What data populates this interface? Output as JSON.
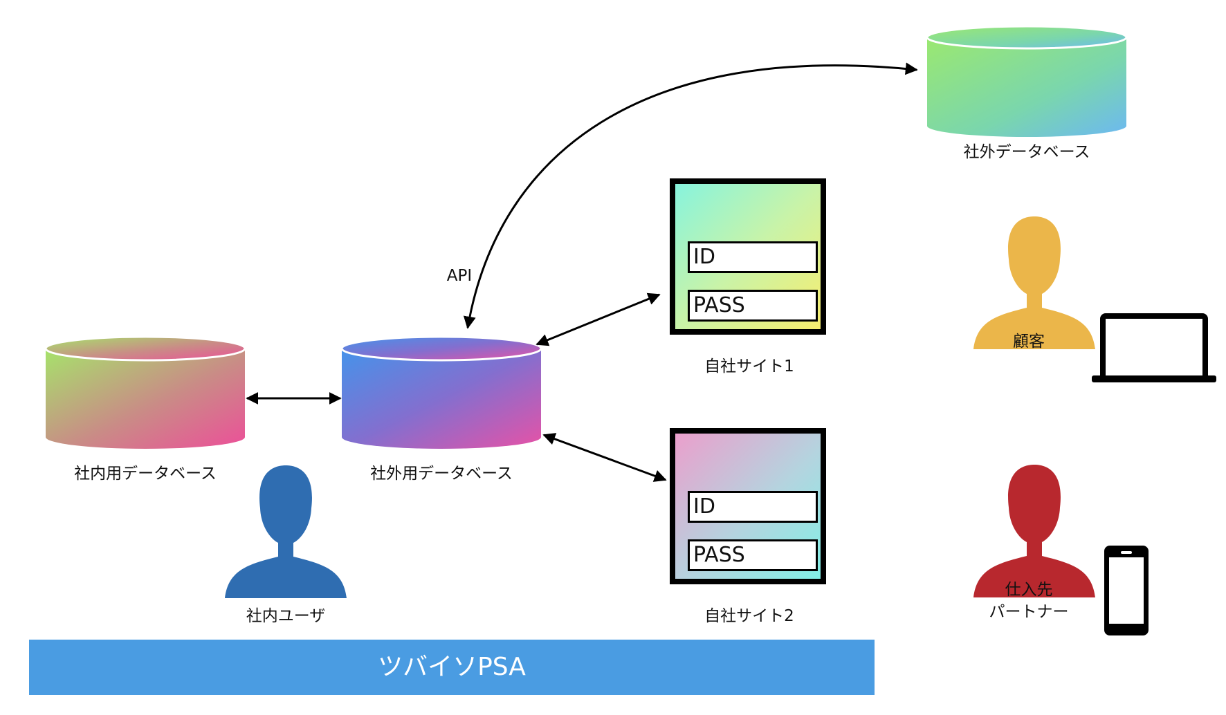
{
  "databases": {
    "internal_db": {
      "label": "社内用データベース"
    },
    "external_use_db": {
      "label": "社外用データベース"
    },
    "external_db": {
      "label": "社外データベース"
    }
  },
  "api_label": "API",
  "sites": {
    "site1": {
      "label": "自社サイト1",
      "id_field": "ID",
      "pass_field": "PASS"
    },
    "site2": {
      "label": "自社サイト2",
      "id_field": "ID",
      "pass_field": "PASS"
    }
  },
  "people": {
    "internal_user": {
      "label": "社内ユーザ",
      "color": "#2f6db1"
    },
    "customer": {
      "label": "顧客",
      "color": "#ebb64a"
    },
    "supplier": {
      "label": "仕入先\nパートナー",
      "color": "#b8282e"
    }
  },
  "footer_bar": {
    "label": "ツバイソPSA",
    "color": "#4a9ce2"
  }
}
